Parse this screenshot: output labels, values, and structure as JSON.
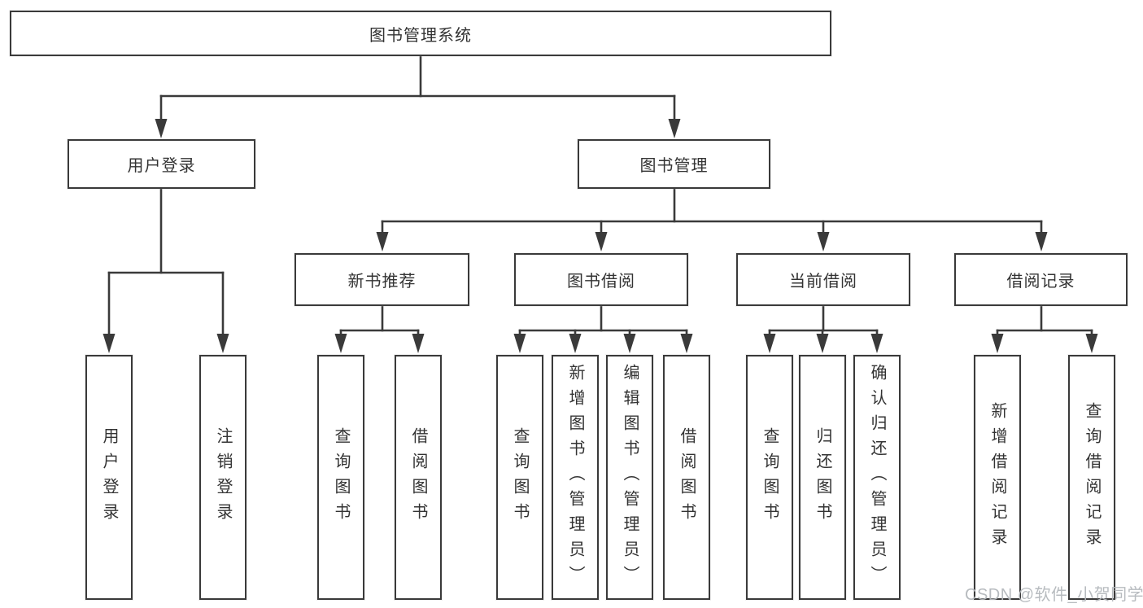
{
  "nodes": {
    "root": "图书管理系统",
    "user_login": "用户登录",
    "book_mgmt": "图书管理",
    "new_book_rec": "新书推荐",
    "book_borrow": "图书借阅",
    "current_borrow": "当前借阅",
    "borrow_record": "借阅记录",
    "leaf_user_login": "用户登录",
    "leaf_logout": "注销登录",
    "leaf_query_books_1": "查询图书",
    "leaf_borrow_books_1": "借阅图书",
    "leaf_query_books_2": "查询图书",
    "leaf_add_books": "新增图书（管理员）",
    "leaf_edit_books": "编辑图书（管理员）",
    "leaf_borrow_books_2": "借阅图书",
    "leaf_query_books_3": "查询图书",
    "leaf_return_books": "归还图书",
    "leaf_confirm_return": "确认归还（管理员）",
    "leaf_add_record": "新增借阅记录",
    "leaf_query_record": "查询借阅记录"
  },
  "hierarchy": {
    "root": [
      "user_login",
      "book_mgmt"
    ],
    "user_login": [
      "leaf_user_login",
      "leaf_logout"
    ],
    "book_mgmt": [
      "new_book_rec",
      "book_borrow",
      "current_borrow",
      "borrow_record"
    ],
    "new_book_rec": [
      "leaf_query_books_1",
      "leaf_borrow_books_1"
    ],
    "book_borrow": [
      "leaf_query_books_2",
      "leaf_add_books",
      "leaf_edit_books",
      "leaf_borrow_books_2"
    ],
    "current_borrow": [
      "leaf_query_books_3",
      "leaf_return_books",
      "leaf_confirm_return"
    ],
    "borrow_record": [
      "leaf_add_record",
      "leaf_query_record"
    ]
  },
  "watermark": "CSDN @软件_小贺同学",
  "colors": {
    "line": "#3a3a3a",
    "box_border": "#3a3a3a",
    "text": "#333333",
    "watermark": "#b4b8bc",
    "background": "#ffffff"
  }
}
